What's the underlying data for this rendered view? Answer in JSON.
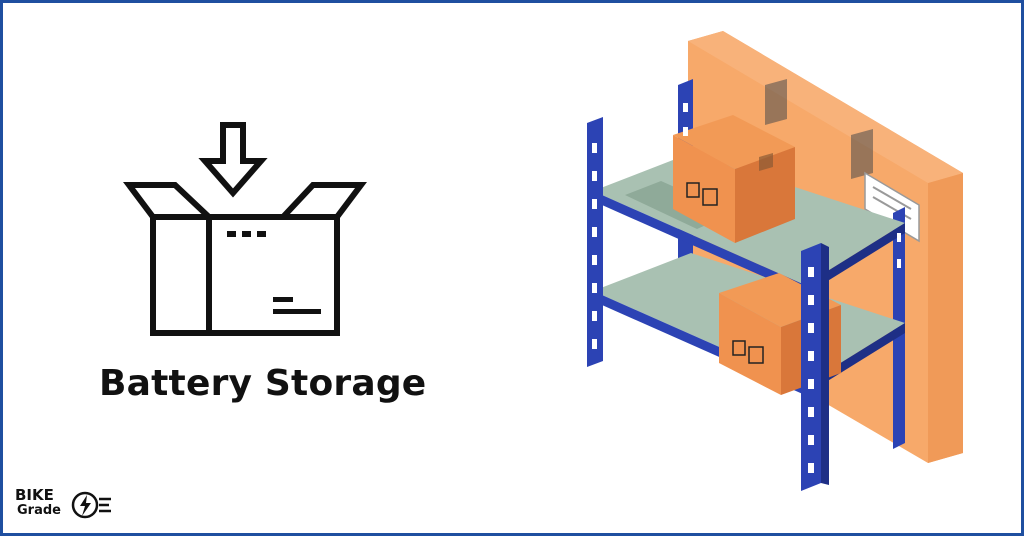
{
  "title": "Battery Storage",
  "logo": {
    "line1": "BIKE",
    "line2": "Grade"
  },
  "colors": {
    "border": "#1f4fa0",
    "shelf_frame": "#2c43b4",
    "shelf_frame_dark": "#1e2f86",
    "shelf_board": "#a9c1b2",
    "box_orange": "#f0924f",
    "box_orange_dark": "#d9773a",
    "box_back": "#f7a96a",
    "icon_stroke": "#111111"
  },
  "icons": [
    "open-box-with-arrow-icon",
    "shelving-unit-illustration",
    "bikegrade-logo"
  ]
}
